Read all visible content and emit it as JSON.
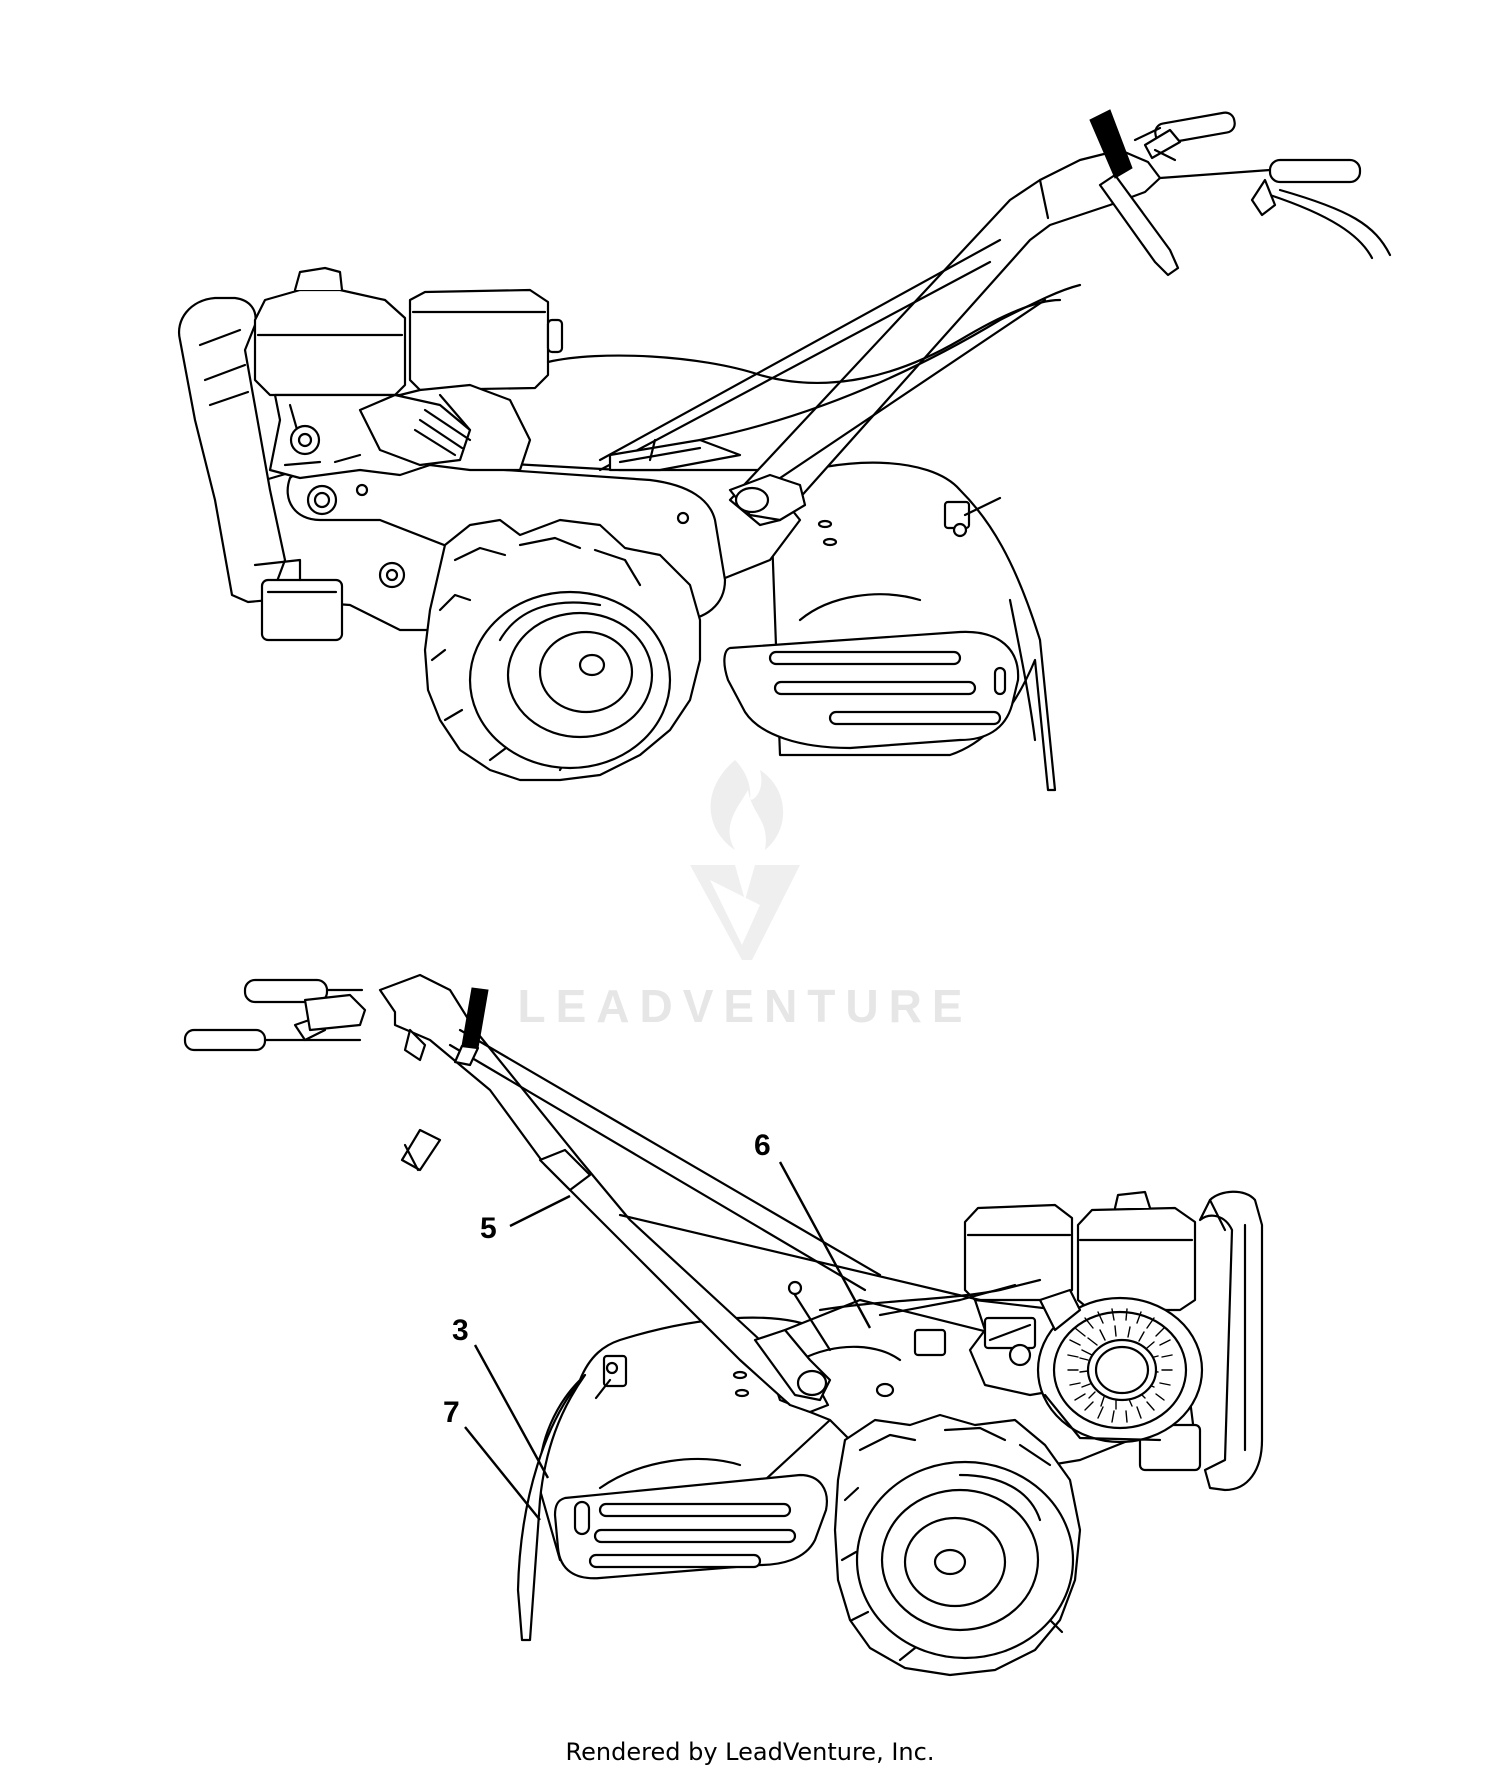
{
  "watermark": {
    "brand": "LEADVENTURE"
  },
  "footer": {
    "text": "Rendered by LeadVenture, Inc."
  },
  "callouts": {
    "c3": "3",
    "c5": "5",
    "c6": "6",
    "c7": "7"
  },
  "icons": {
    "watermark_logo": "flame-v-logo-icon"
  }
}
